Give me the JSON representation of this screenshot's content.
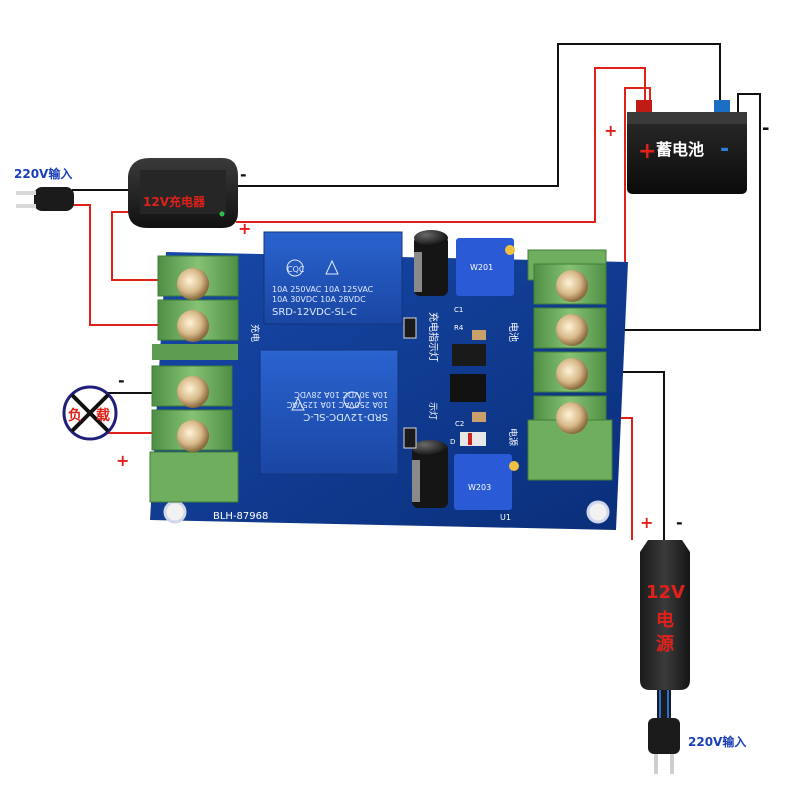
{
  "labels": {
    "input_left": "220V输入",
    "input_bottom": "220V输入",
    "charger": "12V充电器",
    "battery": "蓄电池",
    "battery_plus": "+",
    "battery_minus": "-",
    "load_1": "负",
    "load_2": "载",
    "power_supply_1": "12V",
    "power_supply_2": "电",
    "power_supply_3": "源",
    "plus_charger": "+",
    "minus_charger": "-",
    "plus_battery": "+",
    "minus_battery": "-",
    "minus_load": "-",
    "plus_load": "+",
    "plus_psu": "+",
    "minus_psu": "-"
  },
  "board": {
    "model": "BLH-87968",
    "relay_brand": "CQC",
    "relay_line1": "10A 250VAC  10A 125VAC",
    "relay_line2": "10A  30VDC  10A 28VDC",
    "relay_model": "SRD-12VDC-SL-C",
    "silk_charge_indicator": "充电指示灯",
    "silk_battery": "电池",
    "silk_charge": "充电",
    "silk_power": "电源",
    "silk_indicator": "示灯",
    "silk_r4": "R4",
    "silk_c1": "C1",
    "silk_c2": "C2",
    "silk_d": "D",
    "silk_u1": "U1",
    "pot_label_1": "W201",
    "pot_label_2": "W203"
  },
  "colors": {
    "board_blue": "#0d3a8c",
    "terminal_green": "#6fae5f",
    "wire_red": "#e0211a",
    "wire_black": "#111111",
    "label_blue": "#1a3fb8",
    "relay_blue": "#1f4fb5"
  },
  "icons": {
    "plug": "ac-plug-icon",
    "load": "lamp-load-icon",
    "battery": "battery-icon",
    "charger": "charger-icon",
    "psu": "power-adapter-icon"
  }
}
